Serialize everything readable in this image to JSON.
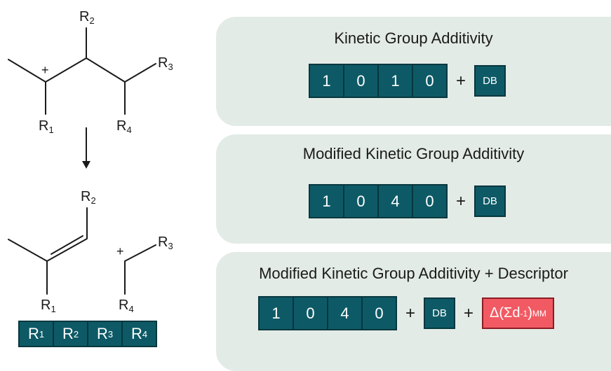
{
  "scheme": {
    "reactant": {
      "charge": "+",
      "r_labels": [
        {
          "main": "R",
          "sub": "2"
        },
        {
          "main": "R",
          "sub": "3"
        },
        {
          "main": "R",
          "sub": "1"
        },
        {
          "main": "R",
          "sub": "4"
        }
      ]
    },
    "products": {
      "charge": "+",
      "r_labels": [
        {
          "main": "R",
          "sub": "2"
        },
        {
          "main": "R",
          "sub": "3"
        },
        {
          "main": "R",
          "sub": "1"
        },
        {
          "main": "R",
          "sub": "4"
        }
      ]
    },
    "r_bar": [
      {
        "main": "R",
        "sub": "1"
      },
      {
        "main": "R",
        "sub": "2"
      },
      {
        "main": "R",
        "sub": "3"
      },
      {
        "main": "R",
        "sub": "4"
      }
    ]
  },
  "panels": [
    {
      "title": "Kinetic Group Additivity",
      "digits": [
        "1",
        "0",
        "1",
        "0"
      ],
      "plus": "+",
      "db": "DB"
    },
    {
      "title": "Modified Kinetic Group Additivity",
      "digits": [
        "1",
        "0",
        "4",
        "0"
      ],
      "plus": "+",
      "db": "DB"
    },
    {
      "title": "Modified Kinetic Group Additivity + Descriptor",
      "digits": [
        "1",
        "0",
        "4",
        "0"
      ],
      "plus": "+",
      "db": "DB",
      "plus2": "+",
      "descriptor": {
        "pre": "Δ(Σd",
        "sup": "-1",
        "post": ")",
        "sub": "MM"
      }
    }
  ],
  "colors": {
    "cell_fill": "#0d5a66",
    "cell_border": "#07373f",
    "descriptor_fill": "#f25a63",
    "panel_bg": "#e3ebe6"
  }
}
